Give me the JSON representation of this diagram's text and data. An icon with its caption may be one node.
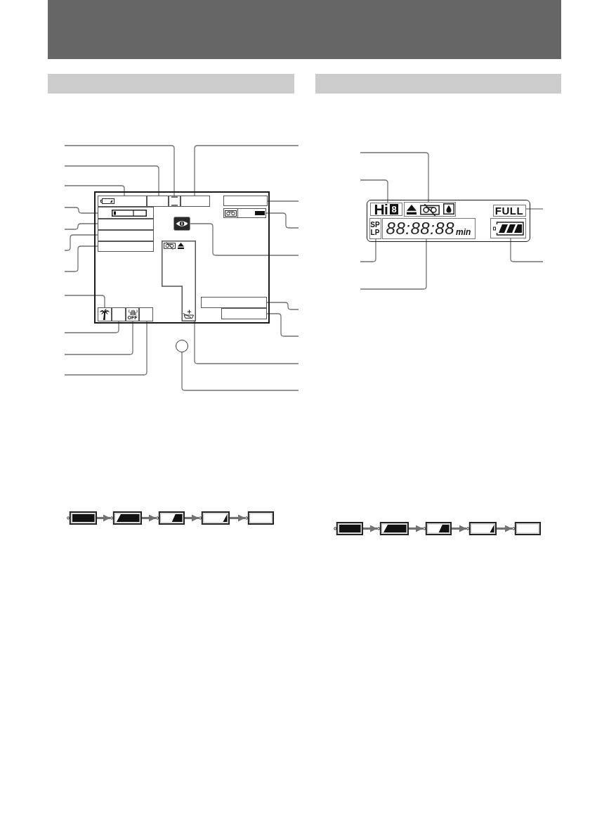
{
  "diagram": {
    "nodes": [
      {
        "text": [],
        "shape": "box"
      },
      {
        "text": [],
        "shape": "box",
        "in": 0
      },
      {
        "text": [],
        "shape": "box",
        "in": 0
      },
      {
        "text": [],
        "shape": "box",
        "in": 0
      },
      {
        "text": [],
        "shape": "box",
        "in": 0
      },
      {
        "text": [],
        "shape": "box",
        "in": 0
      },
      {
        "text": [],
        "shape": "box",
        "in": 0
      },
      {
        "text": [],
        "shape": "box",
        "in": 0
      },
      {
        "text": [],
        "shape": "box",
        "in": 0
      },
      {
        "text": [],
        "shape": "picture",
        "in": 0
      },
      {
        "text": [],
        "shape": "box",
        "in": 0
      },
      {
        "text": [],
        "shape": "box",
        "in": 0
      },
      {
        "text": [],
        "shape": "box",
        "in": 0
      },
      {
        "text": [],
        "shape": "box",
        "in": 0
      },
      {
        "text": [],
        "shape": "box",
        "in": 0
      },
      {
        "text": [],
        "shape": "box",
        "in": 0
      },
      {
        "text": [],
        "shape": "box",
        "in": 0
      },
      {
        "text": [
          "OFF"
        ],
        "in": 0
      },
      {
        "text": [],
        "shape": "box",
        "in": 0
      },
      {
        "text": [],
        "shape": "circle"
      },
      {
        "text": [],
        "shape": "box"
      },
      {
        "text": [
          "Hi",
          "8"
        ],
        "in": 20
      },
      {
        "text": [],
        "shape": "box",
        "in": 20
      },
      {
        "text": [
          "FULL"
        ],
        "in": 20
      },
      {
        "text": [
          "SP",
          "LP"
        ],
        "in": 20
      },
      {
        "text": [
          "88:88:88",
          "min"
        ],
        "in": 20
      },
      {
        "text": [],
        "shape": "box",
        "in": 20
      },
      {
        "text": [],
        "shape": "picture"
      },
      {
        "text": [],
        "shape": "picture"
      },
      {
        "text": [],
        "shape": "picture"
      },
      {
        "text": [],
        "shape": "picture"
      },
      {
        "text": [],
        "shape": "picture"
      },
      {
        "text": [],
        "shape": "picture"
      },
      {
        "text": [],
        "shape": "picture"
      },
      {
        "text": [],
        "shape": "picture"
      },
      {
        "text": [],
        "shape": "picture"
      },
      {
        "text": [],
        "shape": "picture"
      },
      {
        "text": [],
        "shape": "bar"
      },
      {
        "text": [],
        "shape": "bar"
      },
      {
        "text": [],
        "shape": "bar"
      }
    ],
    "edges": [
      {
        "from": null,
        "to": 3,
        "arrow": "none"
      },
      {
        "from": null,
        "to": 2,
        "arrow": "none"
      },
      {
        "from": null,
        "to": 1,
        "arrow": "none"
      },
      {
        "from": null,
        "to": 5,
        "arrow": "none"
      },
      {
        "from": null,
        "to": 6,
        "arrow": "none"
      },
      {
        "from": null,
        "to": 7,
        "arrow": "none"
      },
      {
        "from": null,
        "to": 8,
        "arrow": "none"
      },
      {
        "from": null,
        "to": 15,
        "arrow": "none"
      },
      {
        "from": null,
        "to": 16,
        "arrow": "none"
      },
      {
        "from": null,
        "to": 17,
        "arrow": "none"
      },
      {
        "from": null,
        "to": 18,
        "arrow": "none"
      },
      {
        "from": null,
        "to": 4,
        "arrow": "none"
      },
      {
        "from": null,
        "to": 11,
        "arrow": "none"
      },
      {
        "from": null,
        "to": 12,
        "arrow": "none"
      },
      {
        "from": null,
        "to": 9,
        "arrow": "none"
      },
      {
        "from": null,
        "to": 13,
        "arrow": "none"
      },
      {
        "from": null,
        "to": 14,
        "arrow": "none"
      },
      {
        "from": null,
        "to": 10,
        "arrow": "none"
      },
      {
        "from": null,
        "to": 19,
        "arrow": "none"
      },
      {
        "from": null,
        "to": 22,
        "arrow": "none"
      },
      {
        "from": null,
        "to": 21,
        "arrow": "none"
      },
      {
        "from": null,
        "to": 23,
        "arrow": "none"
      },
      {
        "from": null,
        "to": 24,
        "arrow": "none"
      },
      {
        "from": null,
        "to": 25,
        "arrow": "none"
      },
      {
        "from": null,
        "to": 26,
        "arrow": "none"
      },
      {
        "from": 27,
        "to": 28,
        "arrow": "to",
        "style": "thick"
      },
      {
        "from": 28,
        "to": 29,
        "arrow": "to",
        "style": "thick"
      },
      {
        "from": 29,
        "to": 30,
        "arrow": "to",
        "style": "thick"
      },
      {
        "from": 30,
        "to": 31,
        "arrow": "to",
        "style": "thick"
      },
      {
        "from": 32,
        "to": 33,
        "arrow": "to",
        "style": "thick"
      },
      {
        "from": 33,
        "to": 34,
        "arrow": "to",
        "style": "thick"
      },
      {
        "from": 34,
        "to": 35,
        "arrow": "to",
        "style": "thick"
      },
      {
        "from": 35,
        "to": 36,
        "arrow": "to",
        "style": "thick"
      }
    ]
  }
}
